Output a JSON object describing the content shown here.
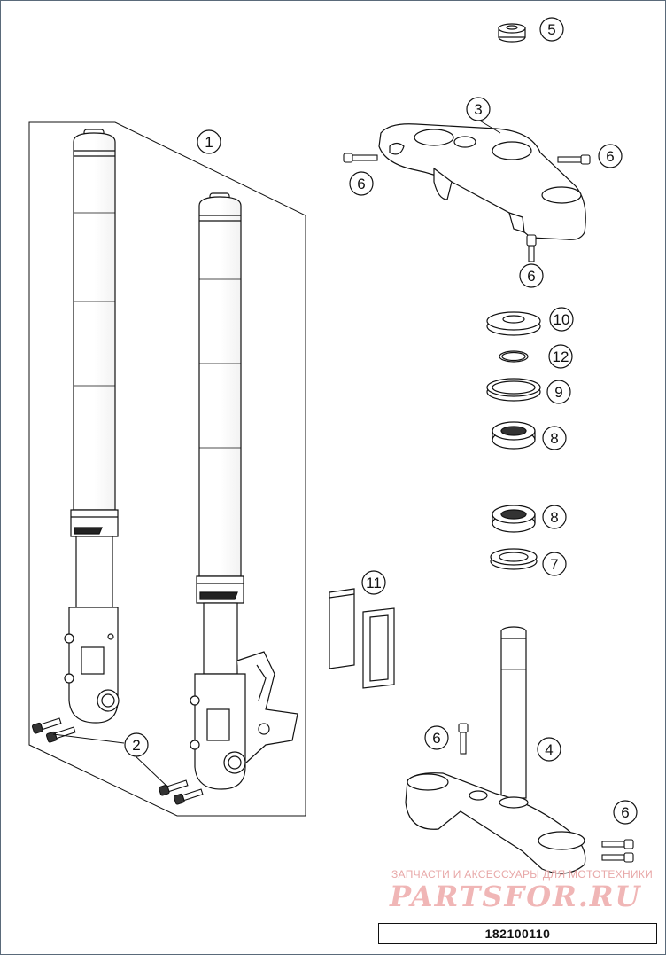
{
  "callouts": [
    {
      "id": "c1",
      "label": "1"
    },
    {
      "id": "c2",
      "label": "2"
    },
    {
      "id": "c3",
      "label": "3"
    },
    {
      "id": "c4",
      "label": "4"
    },
    {
      "id": "c5",
      "label": "5"
    },
    {
      "id": "c6a",
      "label": "6"
    },
    {
      "id": "c6b",
      "label": "6"
    },
    {
      "id": "c6c",
      "label": "6"
    },
    {
      "id": "c6d",
      "label": "6"
    },
    {
      "id": "c6e",
      "label": "6"
    },
    {
      "id": "c7",
      "label": "7"
    },
    {
      "id": "c8a",
      "label": "8"
    },
    {
      "id": "c8b",
      "label": "8"
    },
    {
      "id": "c9",
      "label": "9"
    },
    {
      "id": "c10",
      "label": "10"
    },
    {
      "id": "c11",
      "label": "11"
    },
    {
      "id": "c12",
      "label": "12"
    }
  ],
  "watermark": {
    "tagline": "ЗАПЧАСТИ И АКСЕССУАРЫ ДЛЯ МОТОТЕХНИКИ",
    "brand": "PARTSFOR.RU"
  },
  "drawing_number": "182100110"
}
